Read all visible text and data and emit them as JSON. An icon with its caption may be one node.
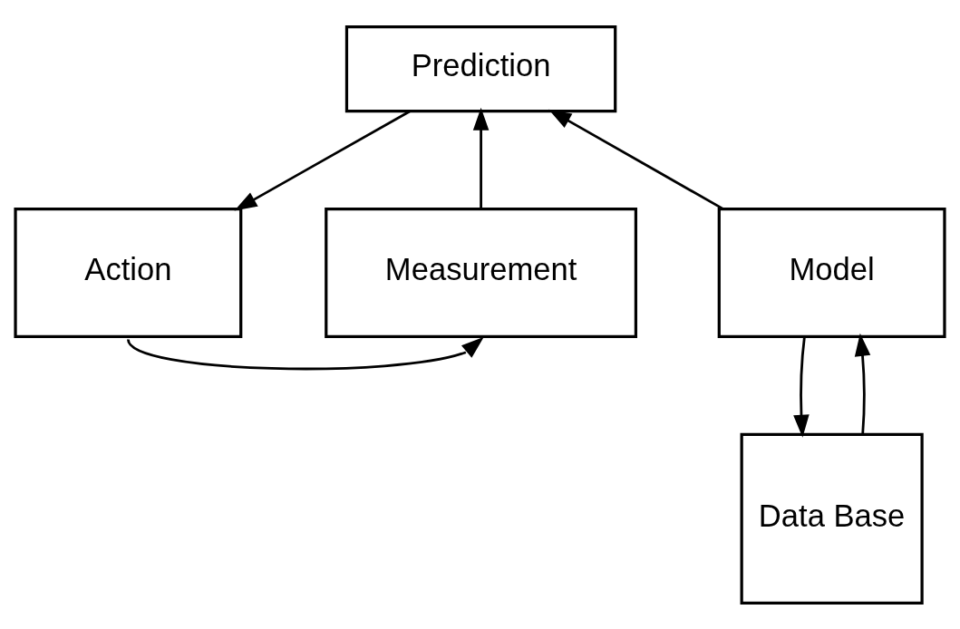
{
  "diagram": {
    "nodes": [
      {
        "text": [
          "Prediction"
        ]
      },
      {
        "text": [
          "Measurement"
        ]
      },
      {
        "text": [
          "Model"
        ]
      },
      {
        "text": [
          "Action"
        ]
      },
      {
        "text": [
          "Data Base"
        ]
      }
    ],
    "edges": [
      {
        "from": 1,
        "to": 0,
        "arrow": "to"
      },
      {
        "from": 0,
        "to": 3,
        "arrow": "to"
      },
      {
        "from": 3,
        "to": 1,
        "arrow": "to"
      },
      {
        "from": 2,
        "to": 0,
        "arrow": "to"
      },
      {
        "from": 4,
        "to": 2,
        "arrow": "to"
      },
      {
        "from": 2,
        "to": 4,
        "arrow": "to"
      }
    ]
  }
}
